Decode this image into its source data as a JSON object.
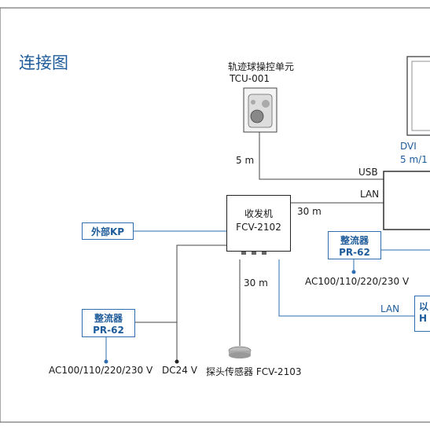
{
  "page": {
    "title": "连接图"
  },
  "trackball": {
    "name": "轨迹球操控单元",
    "model": "TCU-001"
  },
  "display": {
    "line1": "DVI",
    "line2": "5 m/1"
  },
  "transceiver": {
    "name": "收发机",
    "model": "FCV-2102"
  },
  "external_kp": {
    "label": "外部KP"
  },
  "rectifier_left": {
    "name": "整流器",
    "model": "PR-62"
  },
  "rectifier_right": {
    "name": "整流器",
    "model": "PR-62"
  },
  "labels": {
    "cable_5m": "5 m",
    "usb": "USB",
    "lan_top": "LAN",
    "cable_30m_h": "30 m",
    "cable_30m_v": "30 m",
    "lan_bottom": "LAN",
    "ac_right": "AC100/110/220/230 V",
    "ac_left": "AC100/110/220/230 V",
    "dc24": "DC24 V",
    "transducer": "探头传感器 FCV-2103",
    "partial_box_line1": "以",
    "partial_box_line2": "H"
  }
}
